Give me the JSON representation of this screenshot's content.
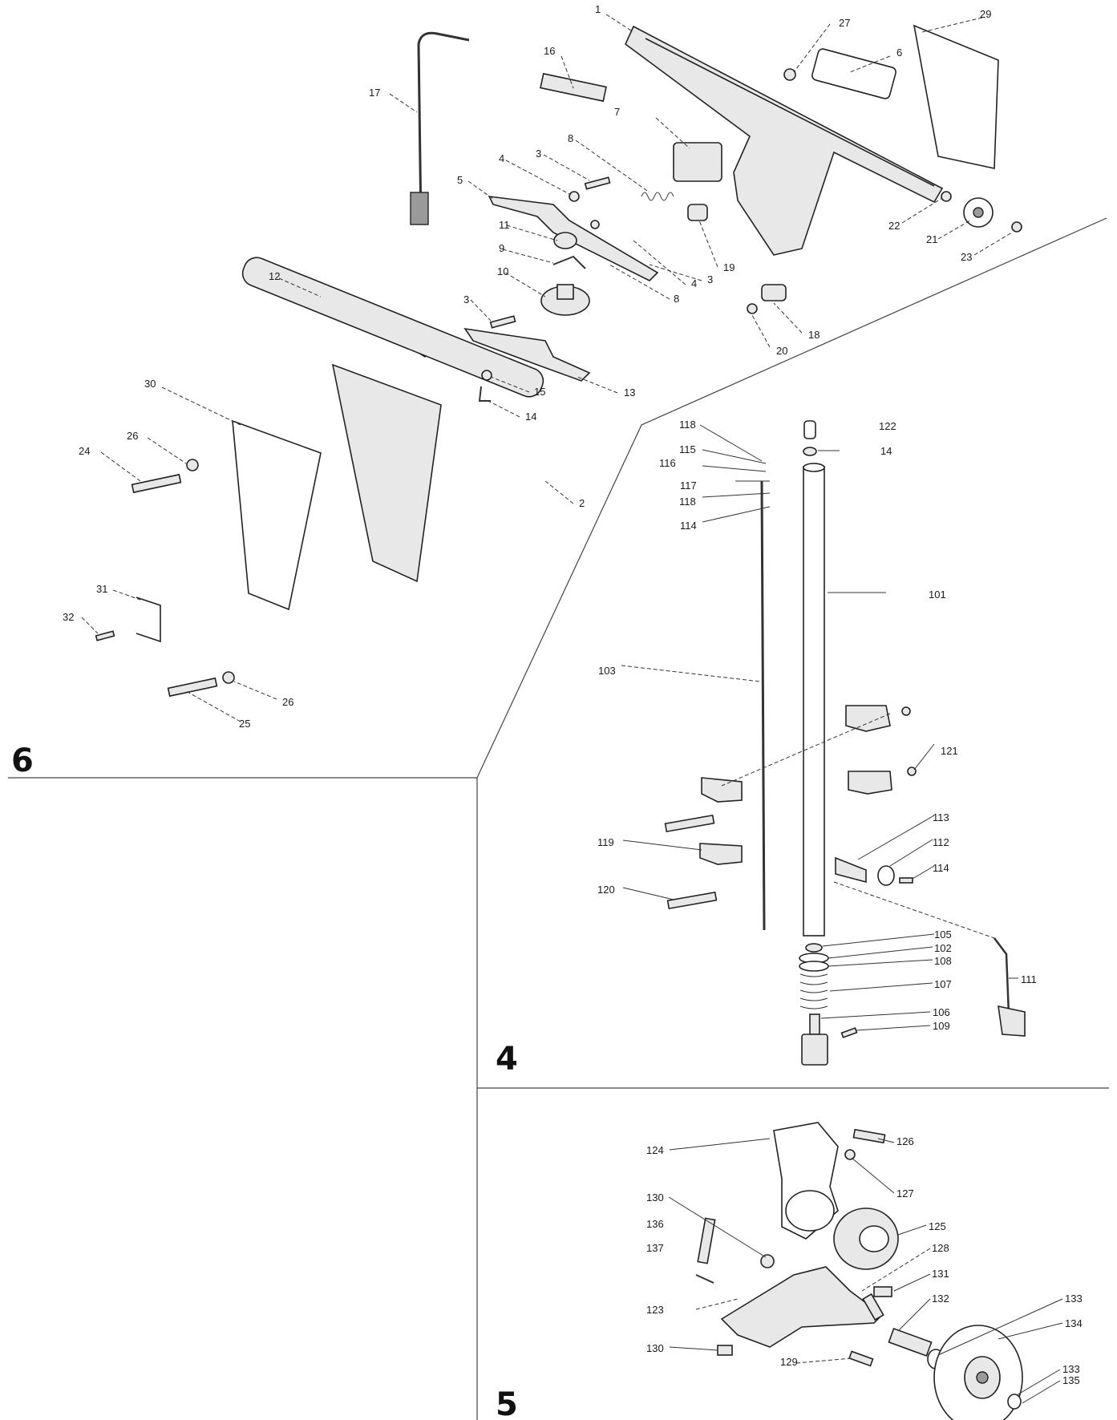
{
  "sections": [
    {
      "id": "6",
      "label": "6"
    },
    {
      "id": "4",
      "label": "4"
    },
    {
      "id": "5",
      "label": "5"
    }
  ],
  "callouts": {
    "s6": [
      "1",
      "27",
      "29",
      "6",
      "16",
      "17",
      "7",
      "8",
      "3",
      "4",
      "5",
      "11",
      "9",
      "10",
      "12",
      "3",
      "13",
      "15",
      "14",
      "19",
      "3",
      "4",
      "8",
      "18",
      "20",
      "22",
      "21",
      "23",
      "30",
      "2",
      "24",
      "26",
      "31",
      "32",
      "26",
      "25"
    ],
    "s4": [
      "118",
      "122",
      "14",
      "115",
      "116",
      "117",
      "118",
      "114",
      "101",
      "103",
      "121",
      "119",
      "120",
      "113",
      "112",
      "114",
      "105",
      "102",
      "108",
      "107",
      "111",
      "106",
      "109"
    ],
    "s5": [
      "124",
      "126",
      "127",
      "130",
      "125",
      "136",
      "137",
      "128",
      "131",
      "123",
      "132",
      "133",
      "134",
      "130",
      "129",
      "133",
      "135"
    ]
  }
}
